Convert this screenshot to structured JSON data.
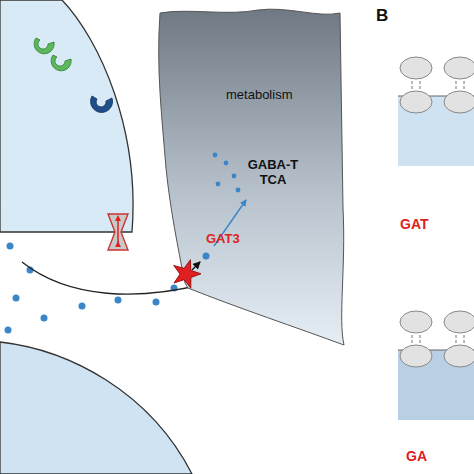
{
  "diagram": {
    "nodes": [
      {
        "text": [
          "metabolism",
          "GABA-T TCA"
        ]
      }
    ],
    "labels": [
      "GAT3",
      "B",
      "GAT",
      "GA"
    ]
  }
}
